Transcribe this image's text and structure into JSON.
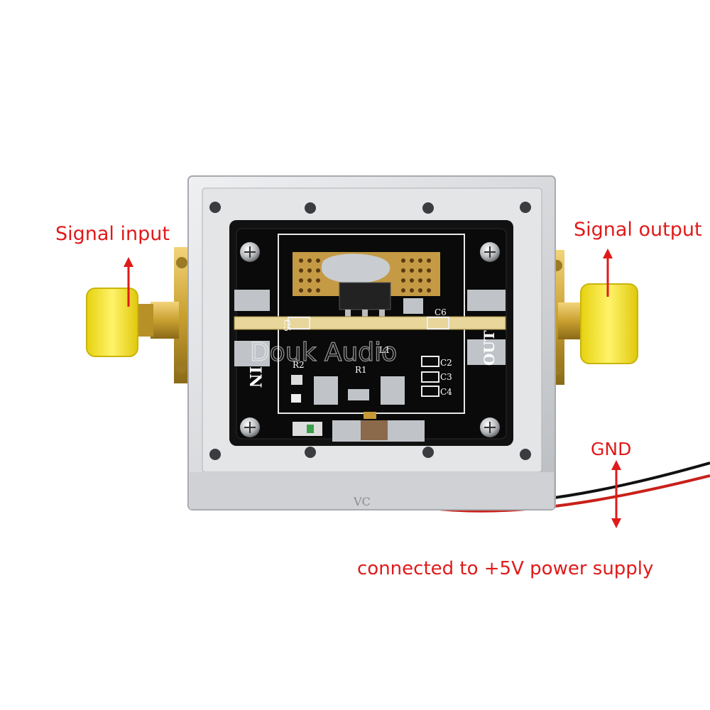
{
  "annotations": {
    "signal_input": "Signal input",
    "signal_output": "Signal output",
    "gnd": "GND",
    "power_supply": "connected to +5V power supply"
  },
  "watermark": "Douk Audio",
  "pcb": {
    "in_label": "IN",
    "out_label": "OUT",
    "r1": "R1",
    "r2": "R2",
    "l1": "L1",
    "c2": "C2",
    "c3": "C3",
    "c4": "C4",
    "c5": "C5",
    "c6": "C6"
  },
  "case_marking": "VC",
  "colors": {
    "annotation": "#e01a1a",
    "pcb": "#111111",
    "enclosure": "#d8d9dc",
    "sma_cap": "#f2e21a",
    "gold": "#c9a030"
  }
}
